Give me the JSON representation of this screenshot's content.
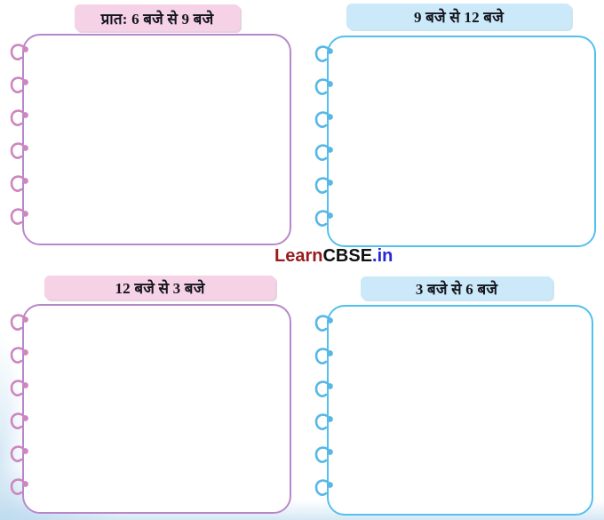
{
  "panels": [
    {
      "title": "प्रात: 6 बजे से 9 बजे",
      "theme": "pink"
    },
    {
      "title": "9 बजे से 12 बजे",
      "theme": "blue"
    },
    {
      "title": "12 बजे से 3 बजे",
      "theme": "pink"
    },
    {
      "title": "3 बजे से 6 बजे",
      "theme": "blue"
    }
  ],
  "watermark": {
    "learn": "Learn",
    "cbse": "CBSE",
    "dot_in": ".in"
  },
  "colors": {
    "pink_header_bg": "#f5d2e6",
    "pink_border": "#b788c9",
    "pink_ring": "#cd86c0",
    "blue_header_bg": "#cbe9f8",
    "blue_border": "#54c0ed",
    "blue_ring": "#58b7e5",
    "header_text": "#15151f",
    "watermark_learn": "#991b1b",
    "watermark_cbse": "#111111",
    "watermark_in": "#2727d8",
    "tint_strong": "#bedbef",
    "tint_soft": "#d6e8f5"
  }
}
